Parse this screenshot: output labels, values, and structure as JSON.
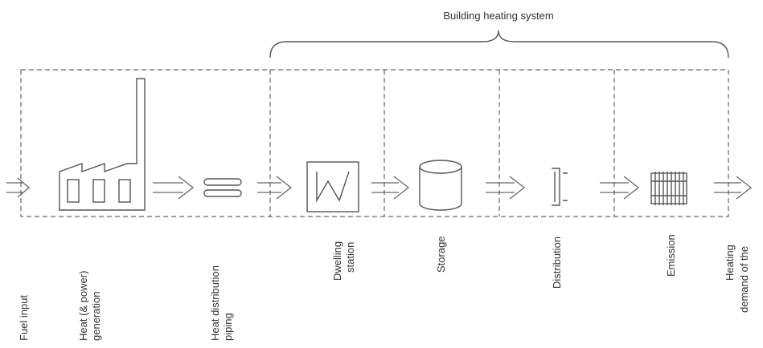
{
  "title": "Building heating system",
  "labels": {
    "fuel_input": "Fuel input",
    "heat_power_generation_1": "Heat (& power)",
    "heat_power_generation_2": "generation",
    "heat_distribution_piping_1": "Heat distribution",
    "heat_distribution_piping_2": "piping",
    "dwelling_station_1": "Dwelling",
    "dwelling_station_2": "station",
    "storage": "Storage",
    "distribution": "Distribution",
    "emission": "Emission",
    "heating_demand_1": "Heating",
    "heating_demand_2": "demand of the"
  },
  "icons": [
    "arrow-icon",
    "factory-icon",
    "pipes-icon",
    "heat-exchanger-icon",
    "storage-tank-icon",
    "distribution-pipe-icon",
    "radiator-icon"
  ]
}
